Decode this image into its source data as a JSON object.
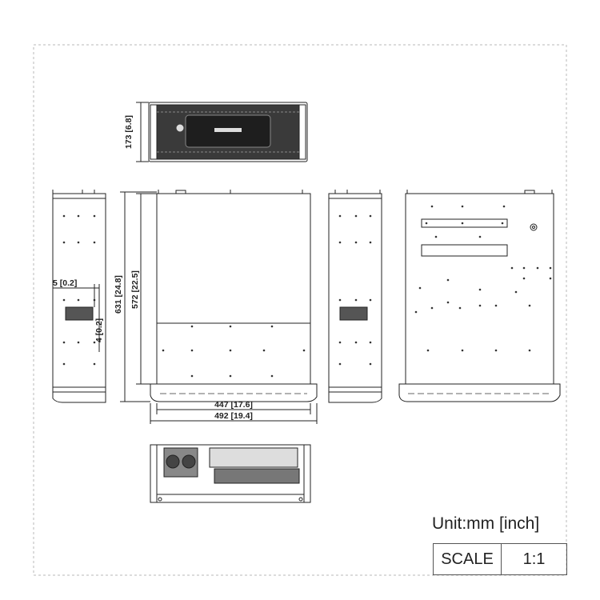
{
  "dimensions": {
    "front_height": "173 [6.8]",
    "side_offset": "5 [0.2]",
    "vent_offset": "4 [0.2]",
    "overall_depth": "631 [24.8]",
    "body_depth": "572 [22.5]",
    "body_width": "447 [17.6]",
    "overall_width": "492 [19.4]"
  },
  "unit_label": "Unit:mm [inch]",
  "scale": {
    "label": "SCALE",
    "value": "1:1"
  }
}
